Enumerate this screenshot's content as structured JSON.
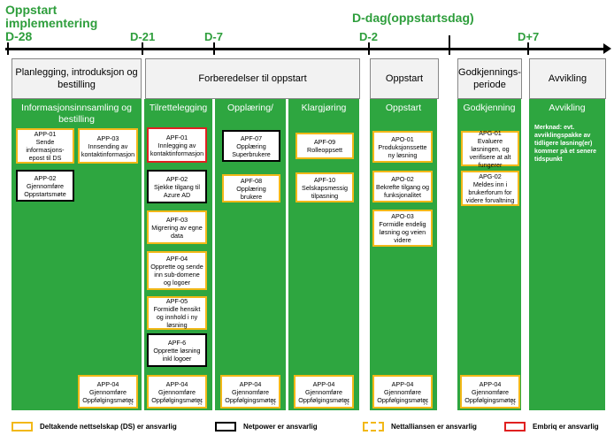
{
  "timeline": {
    "start_label_line1": "Oppstart",
    "start_label_line2": "implementering",
    "start_label_line3": "D-28",
    "dday_label": "D-dag(oppstartsdag)",
    "milestones": [
      "D-21",
      "D-7",
      "D-2",
      "D+7"
    ]
  },
  "phases": {
    "p1": "Planlegging, introduksjon og bestilling",
    "p2": "Forberedelser til oppstart",
    "p3": "Oppstart",
    "p4": "Godkjennings-periode",
    "p5": "Avvikling"
  },
  "columns": {
    "c1": "Informasjonsinnsamling og bestilling",
    "c2": "Tilrettelegging",
    "c3": "Opplæring/",
    "c4": "Klargjøring",
    "c5": "Oppstart",
    "c6": "Godkjenning",
    "c7": "Avvikling"
  },
  "cards": {
    "app01_id": "APP-01",
    "app01_text": "Sende informasjons-epost til DS",
    "app03_id": "APP-03",
    "app03_text": "Innsending av kontaktinformasjon",
    "app02_id": "APP-02",
    "app02_text": "Gjennomføre Oppstartsmøte",
    "apf01_id": "APF-01",
    "apf01_text": "Innlegging av kontaktinformasjon",
    "apf02_id": "APF-02",
    "apf02_text": "Sjekke tilgang til Azure AD",
    "apf03_id": "APF-03",
    "apf03_text": "Migrering av egne data",
    "apf04_id": "APF-04",
    "apf04_text": "Opprette og sende inn sub-domene og logoer",
    "apf05_id": "APF-05",
    "apf05_text": "Formidle hensikt og innhold i ny løsning",
    "apf6_id": "APF-6",
    "apf6_text": "Opprette løsning inkl logoer",
    "apf07_id": "APF-07",
    "apf07_text": "Opplæring Superbrukere",
    "apf08_id": "APF-08",
    "apf08_text": "Opplæring brukere",
    "apf09_id": "APF-09",
    "apf09_text": "Rolleoppsett",
    "apf10_id": "APF-10",
    "apf10_text": "Selskapsmessig tilpasning",
    "apo01_id": "APO-01",
    "apo01_text": "Produksjonssette ny løsning",
    "apo02_id": "APO-02",
    "apo02_text": "Bekrefte tilgang og funksjonalitet",
    "apo03_id": "APO-03",
    "apo03_text": "Formidle endelig løsning og veien videre",
    "apg01_id": "APG-01",
    "apg01_text": "Evaluere løsningen, og verifisere at alt fungerer",
    "apg02_id": "APG-02",
    "apg02_text": "Meldes inn i brukerforum for videre forvaltning",
    "app04_id": "APP-04",
    "app04_text": "Gjennomføre Oppfølgingsmøter"
  },
  "note": {
    "bold": "Merknad",
    "text": ": evt. avviklingspakke av tidligere løsning(er) kommer på et senere tidspunkt"
  },
  "legend": {
    "ds": "Deltakende nettselskap (DS) er ansvarlig",
    "np": "Netpower er ansvarlig",
    "nl": "Nettalliansen er ansvarlig",
    "em": "Embriq er ansvarlig"
  },
  "colors": {
    "green": "#2ea640",
    "milestone_green": "#2e9e3c",
    "ds_yellow": "#f2b818",
    "np_black": "#000000",
    "em_red": "#e02020"
  }
}
